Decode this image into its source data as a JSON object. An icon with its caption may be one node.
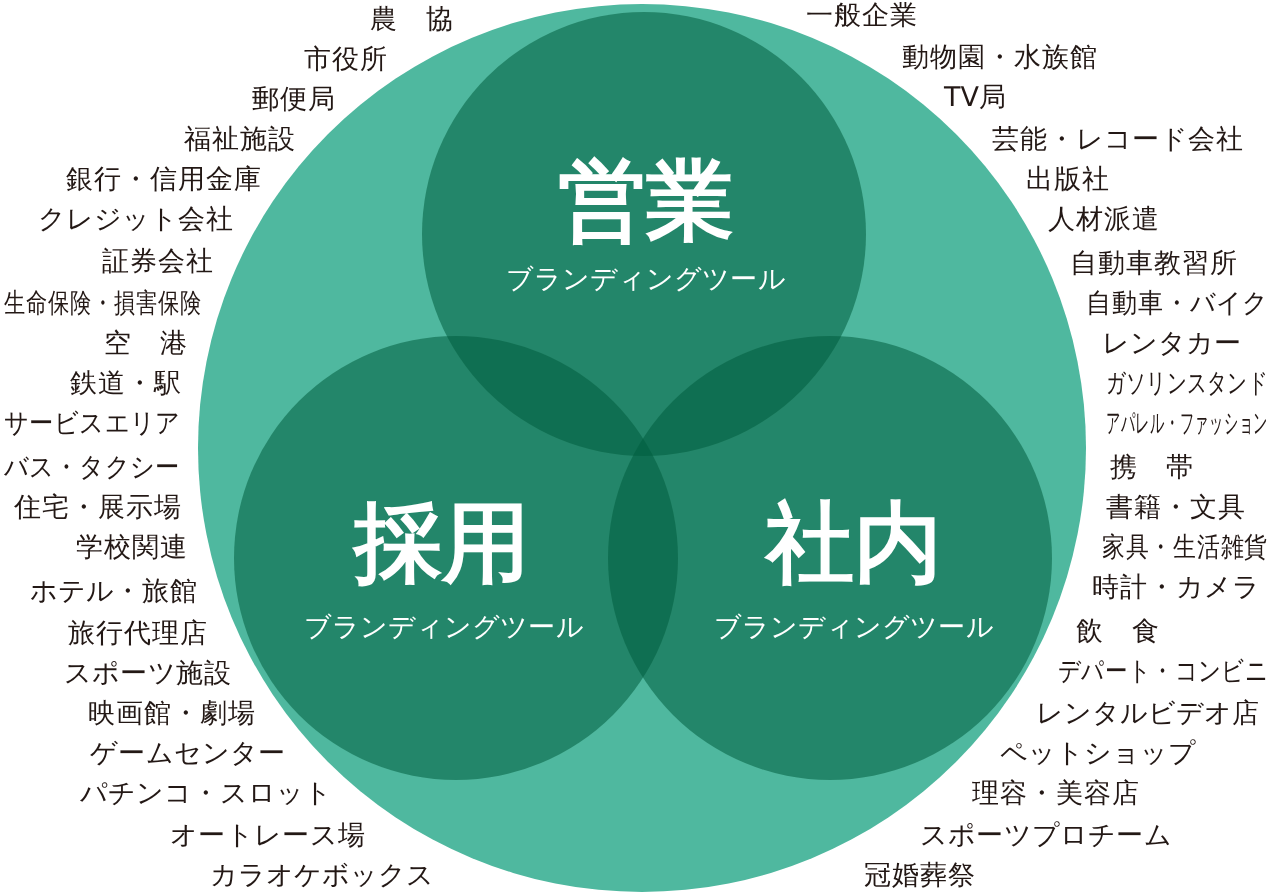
{
  "diagram": {
    "nodes": [
      {
        "text": [],
        "shape": "circle"
      },
      {
        "text": [
          "営業",
          "ブランディングツール"
        ],
        "in": 0
      },
      {
        "text": [
          "採用",
          "ブランディングツール"
        ],
        "in": 0
      },
      {
        "text": [
          "社内",
          "ブランディングツール"
        ],
        "in": 0
      }
    ],
    "labels": [
      "農　協",
      "市役所",
      "郵便局",
      "福祉施設",
      "銀行・信用金庫",
      "クレジット会社",
      "証券会社",
      "生命保険・損害保険",
      "空　港",
      "鉄道・駅",
      "サービスエリア",
      "バス・タクシー",
      "住宅・展示場",
      "学校関連",
      "ホテル・旅館",
      "旅行代理店",
      "スポーツ施設",
      "映画館・劇場",
      "ゲームセンター",
      "パチンコ・スロット",
      "オートレース場",
      "カラオケボックス",
      "一般企業",
      "動物園・水族館",
      "TV局",
      "芸能・レコード会社",
      "出版社",
      "人材派遣",
      "自動車教習所",
      "自動車・バイク",
      "レンタカー",
      "ガソリンスタンド",
      "アパレル・ファッション",
      "携　帯",
      "書籍・文具",
      "家具・生活雑貨",
      "時計・カメラ",
      "飲　食",
      "デパート・コンビニ",
      "レンタルビデオ店",
      "ペットショップ",
      "理容・美容店",
      "スポーツプロチーム",
      "冠婚葬祭"
    ]
  }
}
